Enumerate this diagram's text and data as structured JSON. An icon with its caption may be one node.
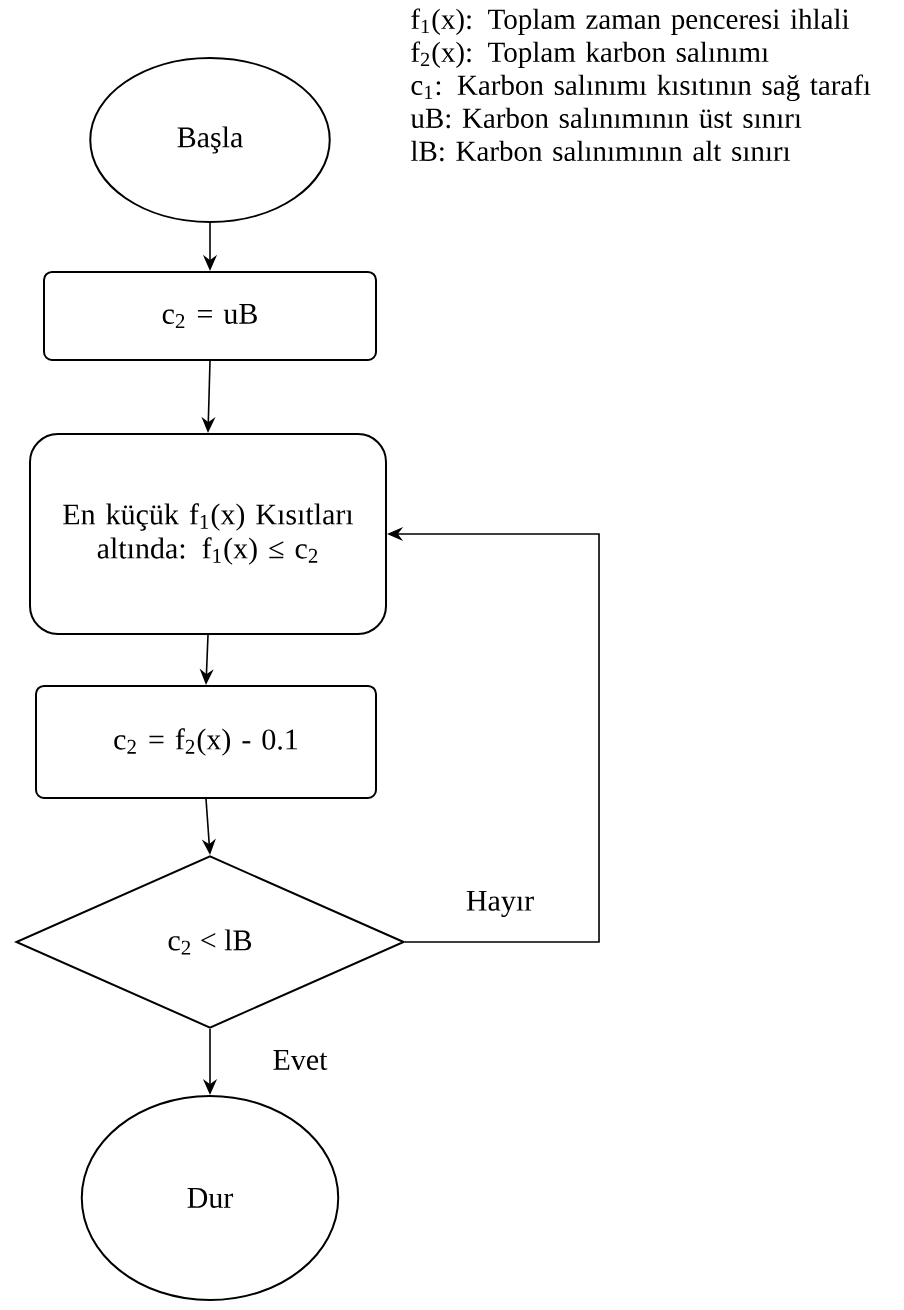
{
  "diagram": {
    "nodes": [
      {
        "text": [
          "Başla"
        ]
      },
      {
        "text": [
          "c$_{2}$ = uB"
        ]
      },
      {
        "text": [
          "En küçük f$_{1}$(x) Kısıtları altında: f$_{1}$(x) ≤  c$_{2}$"
        ]
      },
      {
        "text": [
          "c$_{2}$ = f$_{2}$(x) - 0.1"
        ]
      },
      {
        "text": [
          "c$_{2}$ < lB"
        ]
      },
      {
        "text": [
          "Dur"
        ]
      }
    ],
    "edges": [
      {
        "from": 0,
        "to": 1,
        "arrow": "to"
      },
      {
        "from": 1,
        "to": 2,
        "arrow": "to"
      },
      {
        "from": 2,
        "to": 3,
        "arrow": "to"
      },
      {
        "from": 3,
        "to": 4,
        "arrow": "to"
      },
      {
        "from": 4,
        "to": 2,
        "arrow": "to",
        "label": "Hayır"
      },
      {
        "from": 4,
        "to": 5,
        "arrow": "to",
        "label": "Evet"
      }
    ],
    "labels": [
      "f$_{1}$(x): Toplam zaman penceresi ihlali",
      "f$_{2}$(x): Toplam karbon salınımı",
      "c$_{1}$:  Karbon salınımı kısıtının sağ tarafı",
      "uB: Karbon salınımının üst sınırı",
      "lB: Karbon salınımının alt sınırı"
    ]
  }
}
